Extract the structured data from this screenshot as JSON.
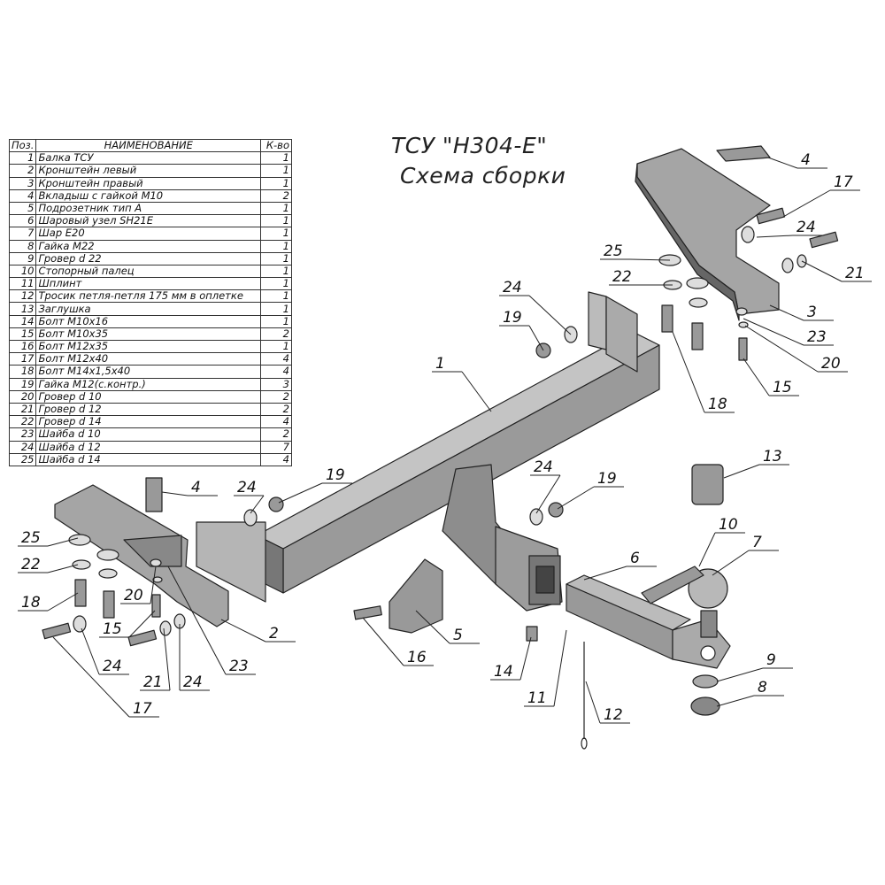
{
  "title_line1": "ТСУ \"Н304-Е\"",
  "title_line2": "Схема сборки",
  "table": {
    "headers": {
      "pos": "Поз.",
      "name": "НАИМЕНОВАНИЕ",
      "qty": "К-во"
    },
    "rows": [
      {
        "pos": "1",
        "name": "Балка ТСУ",
        "qty": "1"
      },
      {
        "pos": "2",
        "name": "Кронштейн левый",
        "qty": "1"
      },
      {
        "pos": "3",
        "name": "Кронштейн правый",
        "qty": "1"
      },
      {
        "pos": "4",
        "name": "Вкладыш с гайкой М10",
        "qty": "2"
      },
      {
        "pos": "5",
        "name": "Подрозетник тип А",
        "qty": "1"
      },
      {
        "pos": "6",
        "name": "Шаровый узел SH21E",
        "qty": "1"
      },
      {
        "pos": "7",
        "name": "Шар Е20",
        "qty": "1"
      },
      {
        "pos": "8",
        "name": "Гайка М22",
        "qty": "1"
      },
      {
        "pos": "9",
        "name": "Гровер d 22",
        "qty": "1"
      },
      {
        "pos": "10",
        "name": "Стопорный палец",
        "qty": "1"
      },
      {
        "pos": "11",
        "name": "Шплинт",
        "qty": "1"
      },
      {
        "pos": "12",
        "name": "Тросик петля-петля 175 мм в оплетке",
        "qty": "1"
      },
      {
        "pos": "13",
        "name": "Заглушка",
        "qty": "1"
      },
      {
        "pos": "14",
        "name": "Болт М10х16",
        "qty": "1"
      },
      {
        "pos": "15",
        "name": "Болт М10х35",
        "qty": "2"
      },
      {
        "pos": "16",
        "name": "Болт М12х35",
        "qty": "1"
      },
      {
        "pos": "17",
        "name": "Болт М12х40",
        "qty": "4"
      },
      {
        "pos": "18",
        "name": "Болт М14х1,5х40",
        "qty": "4"
      },
      {
        "pos": "19",
        "name": "Гайка М12(с.контр.)",
        "qty": "3"
      },
      {
        "pos": "20",
        "name": "Гровер d 10",
        "qty": "2"
      },
      {
        "pos": "21",
        "name": "Гровер d 12",
        "qty": "2"
      },
      {
        "pos": "22",
        "name": "Гровер d 14",
        "qty": "4"
      },
      {
        "pos": "23",
        "name": "Шайба d 10",
        "qty": "2"
      },
      {
        "pos": "24",
        "name": "Шайба d 12",
        "qty": "7"
      },
      {
        "pos": "25",
        "name": "Шайба d 14",
        "qty": "4"
      }
    ]
  },
  "callouts": [
    "4",
    "17",
    "24",
    "21",
    "25",
    "22",
    "3",
    "23",
    "20",
    "15",
    "24",
    "19",
    "1",
    "18",
    "13",
    "24",
    "19",
    "10",
    "7",
    "6",
    "5",
    "16",
    "14",
    "11",
    "12",
    "9",
    "8",
    "4",
    "24",
    "19",
    "25",
    "22",
    "18",
    "20",
    "15",
    "2",
    "24",
    "21",
    "24",
    "23",
    "17"
  ],
  "colors": {
    "part_fill": "#a9a9a9",
    "part_dark": "#6e6e6e",
    "line": "#222222"
  }
}
